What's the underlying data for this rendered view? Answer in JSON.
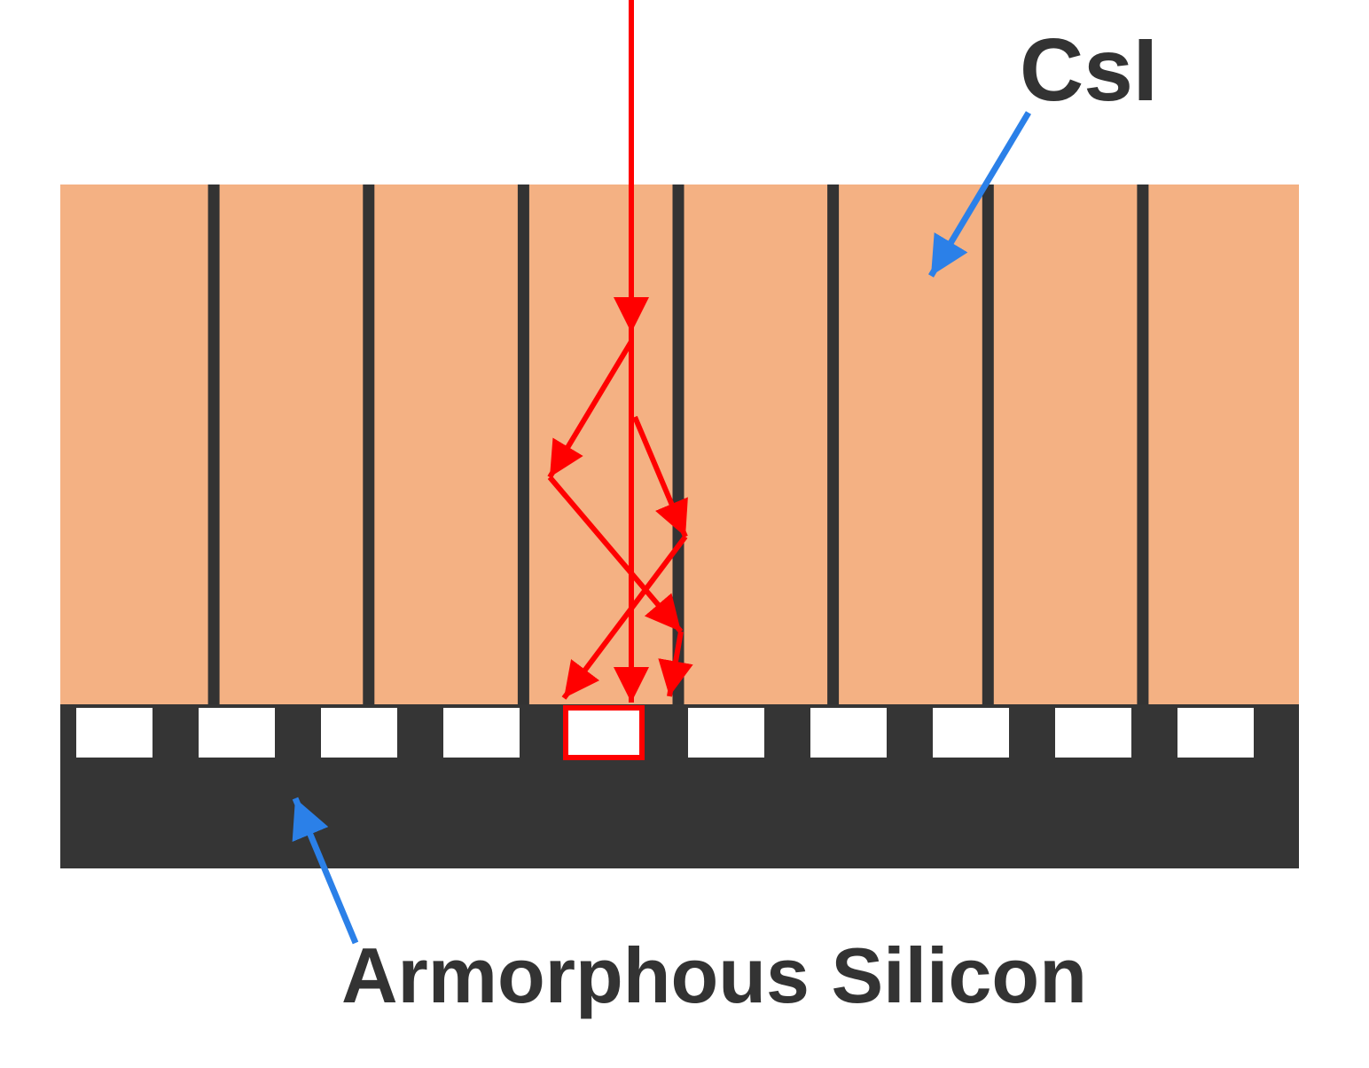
{
  "labels": {
    "scintillator": "CsI",
    "detector": "Armorphous Silicon"
  },
  "colors": {
    "scintillator_fill": "#f4b183",
    "column_divider": "#333333",
    "detector_fill": "#353535",
    "pixel_fill": "#ffffff",
    "ray": "#ff0000",
    "pointer_arrow": "#2b80e8",
    "label_text": "#333333"
  },
  "structure": {
    "scintillator_columns": 8,
    "detector_pixels": 10,
    "highlighted_pixel_index": 4
  }
}
